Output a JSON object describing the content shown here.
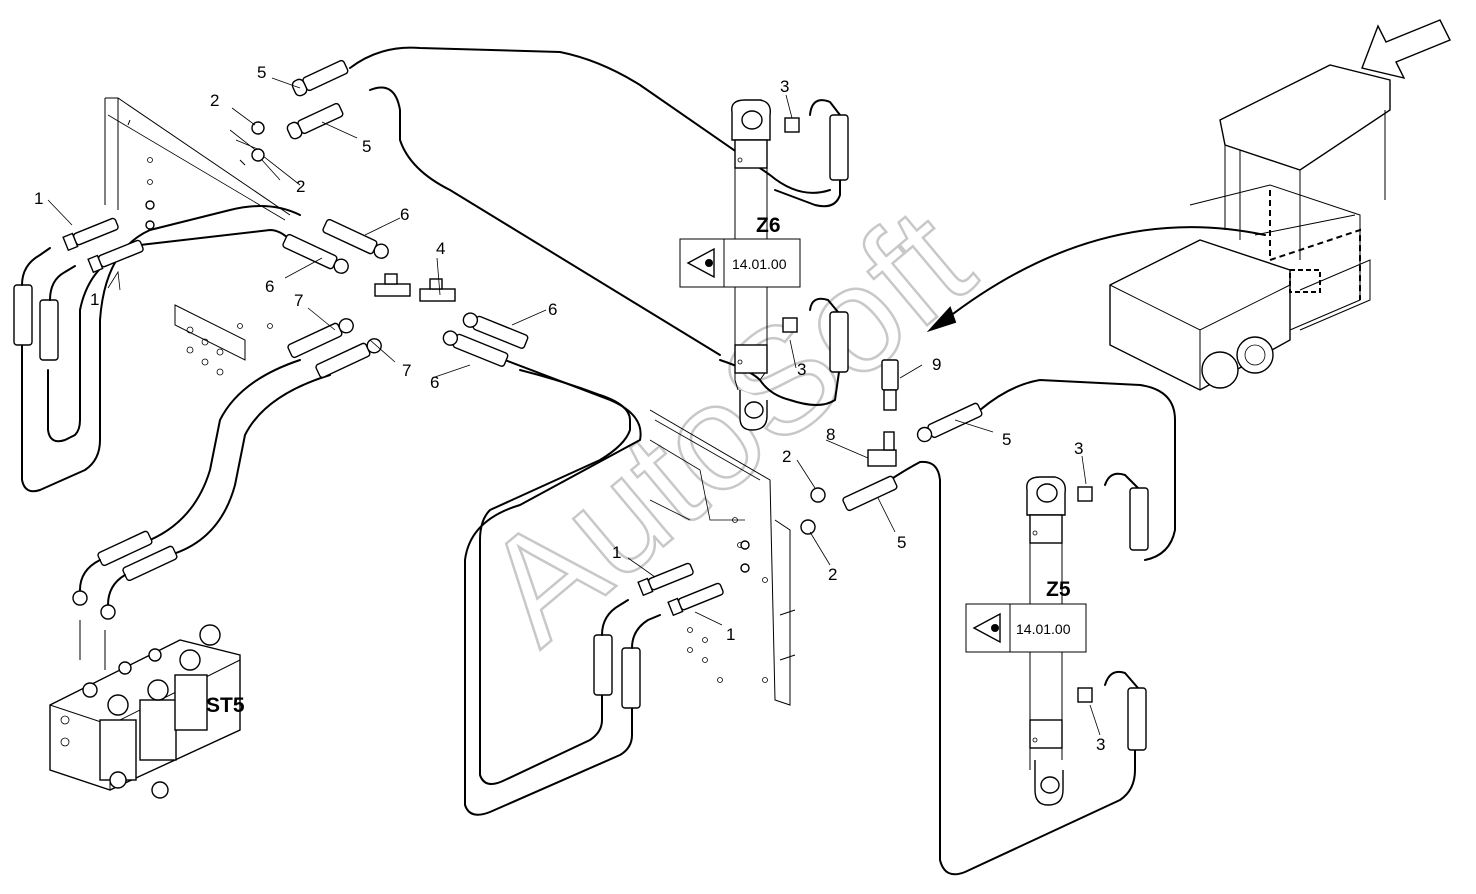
{
  "callouts": {
    "c1a": "1",
    "c1b": "1",
    "c1c": "1",
    "c1d": "1",
    "c2a": "2",
    "c2b": "2",
    "c2c": "2",
    "c2d": "2",
    "c3a": "3",
    "c3b": "3",
    "c3c": "3",
    "c3d": "3",
    "c4": "4",
    "c5a": "5",
    "c5b": "5",
    "c5c": "5",
    "c5d": "5",
    "c6a": "6",
    "c6b": "6",
    "c6c": "6",
    "c6d": "6",
    "c7a": "7",
    "c7b": "7",
    "c8": "8",
    "c9": "9"
  },
  "assemblies": {
    "z6": "Z6",
    "z5": "Z5",
    "st5": "ST5"
  },
  "view_refs": {
    "z6_ref": "14.01.00",
    "z5_ref": "14.01.00"
  },
  "watermark": "AutoSoft",
  "icons": [
    "view-eye-icon",
    "view-direction-arrow-icon",
    "pointer-arrow-icon"
  ],
  "colors": {
    "line": "#000000",
    "watermark": "#c8c8c8",
    "background": "#ffffff"
  }
}
